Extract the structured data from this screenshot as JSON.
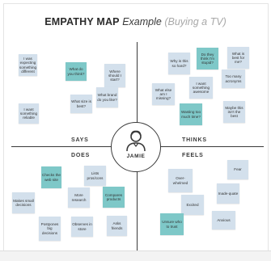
{
  "title": {
    "main": "EMPATHY MAP",
    "example": "Example",
    "sub": "(Buying a TV)"
  },
  "quadrants": {
    "says": "SAYS",
    "thinks": "THINKS",
    "does": "DOES",
    "feels": "FEELS"
  },
  "persona": "JAMIE",
  "colors": {
    "light_note": "#d3e0ec",
    "teal_note": "#7ec8c8",
    "lines": "#3a3a3a"
  },
  "notes": {
    "says": [
      {
        "text": "I was expecting something different",
        "style": "light"
      },
      {
        "text": "What do you think?",
        "style": "teal"
      },
      {
        "text": "Where should I start?",
        "style": "light"
      },
      {
        "text": "What brand do you like?",
        "style": "light"
      },
      {
        "text": "I want something reliable",
        "style": "light"
      },
      {
        "text": "What size is best?",
        "style": "light"
      }
    ],
    "thinks": [
      {
        "text": "Do they think I'm stupid?",
        "style": "teal"
      },
      {
        "text": "What is best for me?",
        "style": "light"
      },
      {
        "text": "Why is this so hard?",
        "style": "light"
      },
      {
        "text": "Too many acronyms",
        "style": "light"
      },
      {
        "text": "I want something awesome",
        "style": "light"
      },
      {
        "text": "What else am I missing?",
        "style": "light"
      },
      {
        "text": "Wasting too much time?",
        "style": "teal"
      },
      {
        "text": "Maybe this isn't the best",
        "style": "light"
      }
    ],
    "does": [
      {
        "text": "Checks the web site",
        "style": "teal"
      },
      {
        "text": "Lists pros/cons",
        "style": "light"
      },
      {
        "text": "Makes small decisions",
        "style": "light"
      },
      {
        "text": "More research",
        "style": "light"
      },
      {
        "text": "Compares products",
        "style": "teal"
      },
      {
        "text": "Postpones big decisions",
        "style": "light"
      },
      {
        "text": "Observes in store",
        "style": "light"
      },
      {
        "text": "Asks friends",
        "style": "light"
      }
    ],
    "feels": [
      {
        "text": "Fear",
        "style": "light"
      },
      {
        "text": "Over-whelmed",
        "style": "light"
      },
      {
        "text": "Inade-quate",
        "style": "light"
      },
      {
        "text": "Excited",
        "style": "light"
      },
      {
        "text": "Unsure who to trust",
        "style": "teal"
      },
      {
        "text": "Anxious",
        "style": "light"
      }
    ]
  }
}
